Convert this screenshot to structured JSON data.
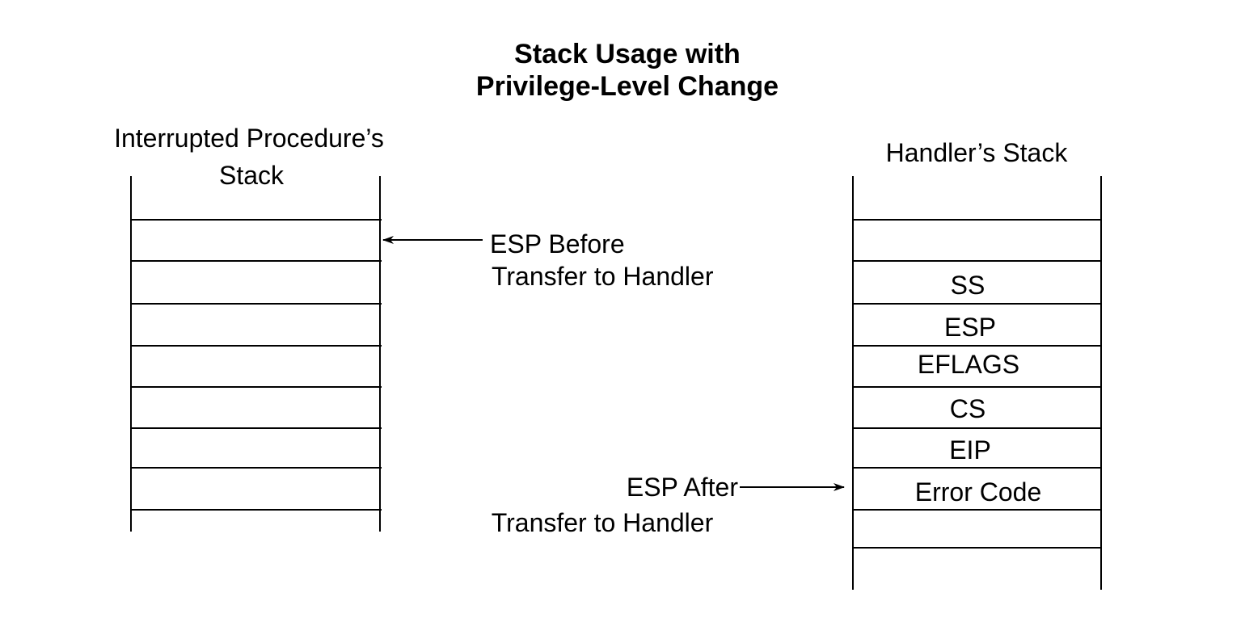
{
  "title": {
    "line1": "Stack Usage with",
    "line2": "Privilege-Level Change"
  },
  "left_stack": {
    "heading_line1": "Interrupted Procedure’s",
    "heading_line2": "Stack"
  },
  "right_stack": {
    "heading": "Handler’s Stack",
    "cells": [
      "SS",
      "ESP",
      "EFLAGS",
      "CS",
      "EIP",
      "Error Code"
    ]
  },
  "annotations": {
    "before_line1": "ESP Before",
    "before_line2": "Transfer to Handler",
    "after_line1": "ESP After",
    "after_line2": "Transfer to Handler"
  }
}
